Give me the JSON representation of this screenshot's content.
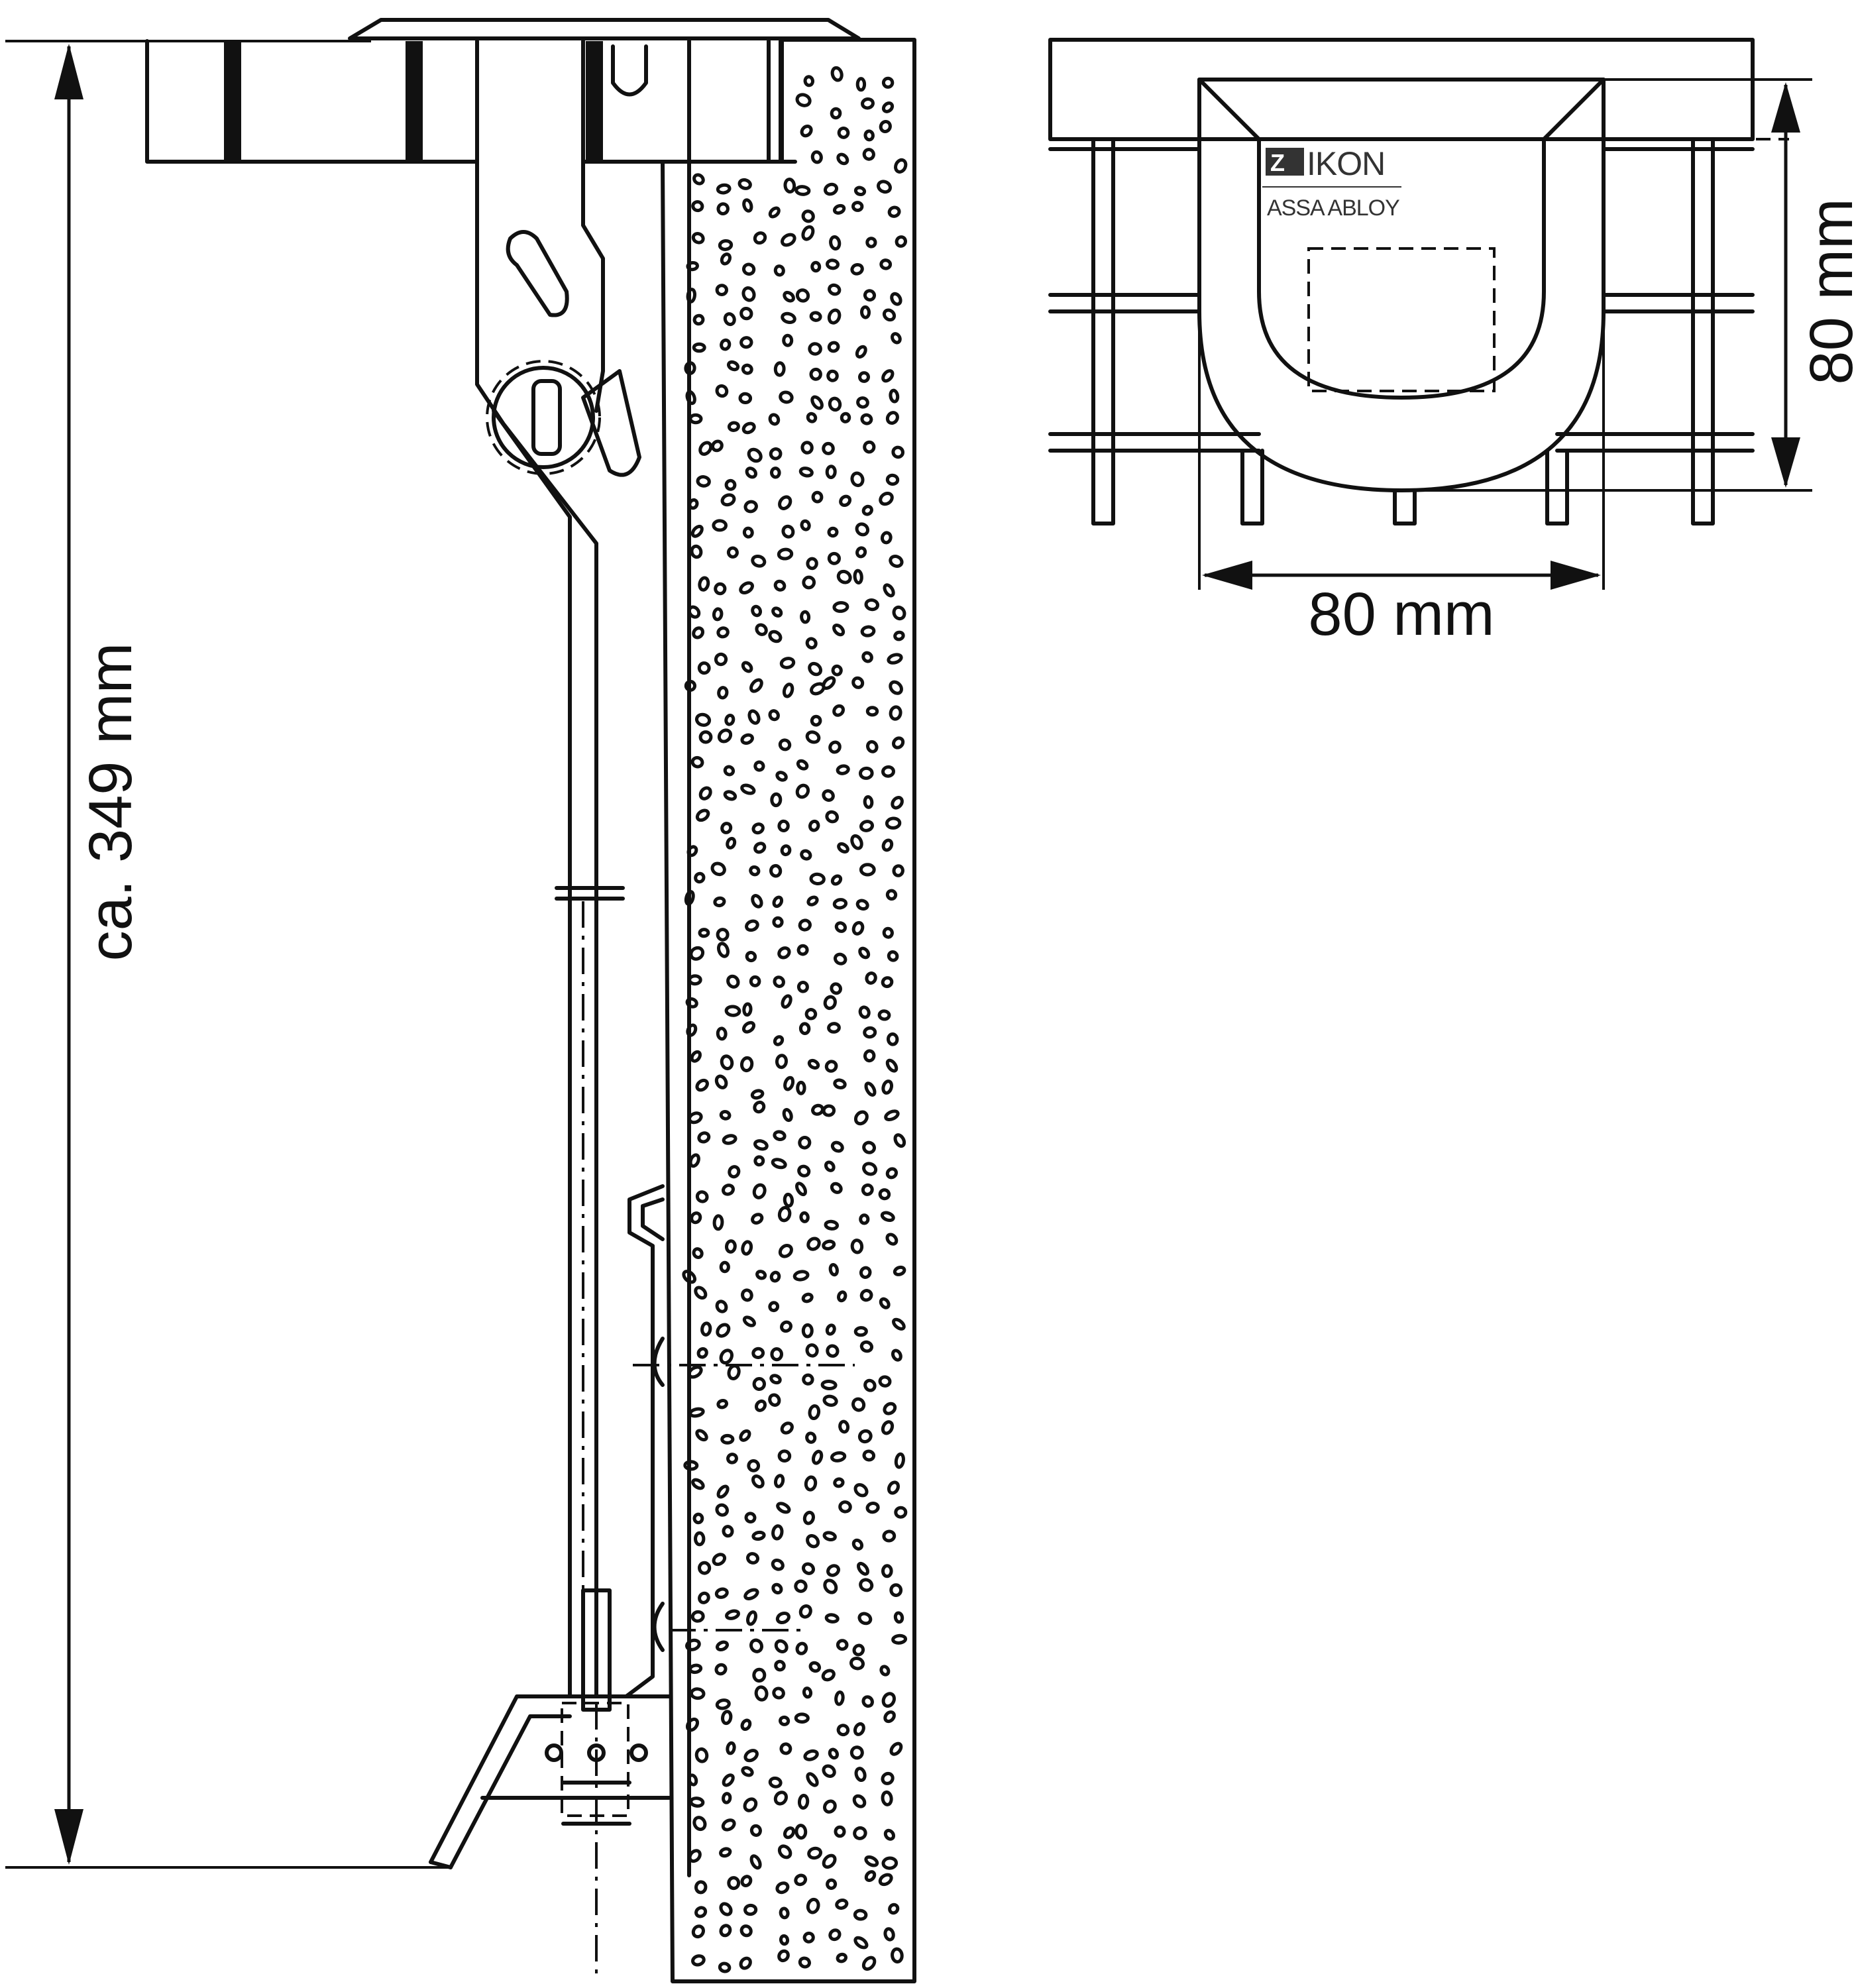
{
  "dimensions": {
    "height_label": "ca. 349 mm",
    "width_label": "80 mm",
    "depth_label": "80 mm"
  },
  "logo": {
    "brand": "IKON",
    "company": "ASSA ABLOY"
  }
}
